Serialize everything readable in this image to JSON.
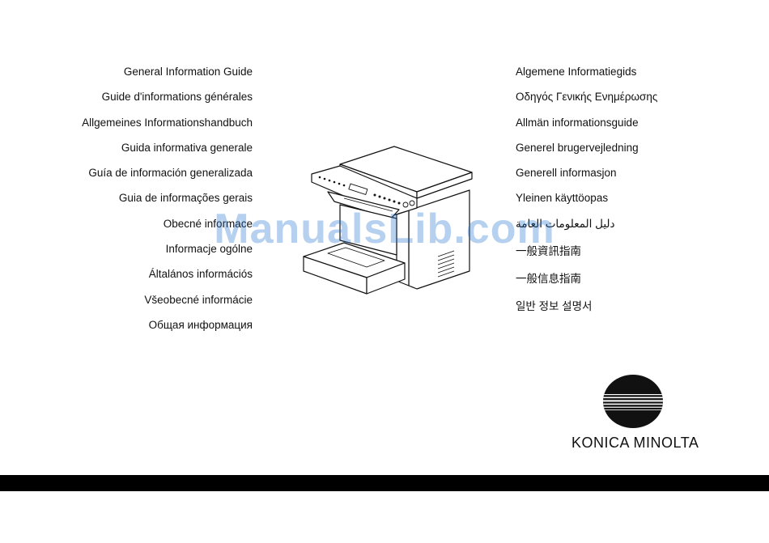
{
  "left_titles": [
    "General Information Guide",
    "Guide d'informations générales",
    "Allgemeines Informationshandbuch",
    "Guida informativa generale",
    "Guía de información generalizada",
    "Guia de informações gerais",
    "Obecné informace",
    "Informacje ogólne",
    "Általános információs",
    "Všeobecné informácie",
    "Общая информация"
  ],
  "right_titles": [
    "Algemene Informatiegids",
    "Οδηγός Γενικής Ενημέρωσης",
    "Allmän informationsguide",
    "Generel brugervejledning",
    "Generell informasjon",
    "Yleinen käyttöopas",
    "دليل المعلومات العامة",
    "一般資訊指南",
    "一般信息指南",
    "일반 정보 설명서"
  ],
  "watermark": "ManualsLib.com",
  "brand": "KONICA MINOLTA",
  "icons": {
    "product": "multifunction-printer-illustration",
    "logo": "konica-minolta-globe-logo"
  }
}
